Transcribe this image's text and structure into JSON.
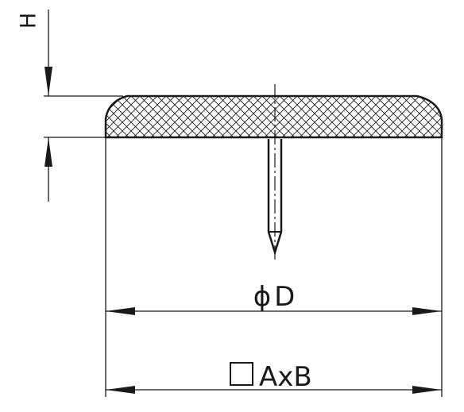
{
  "labels": {
    "height": "H",
    "diameter_symbol": "ϕ",
    "diameter": "D",
    "size": "AxB"
  },
  "colors": {
    "line": "#1a1a1a",
    "background": "#ffffff"
  }
}
